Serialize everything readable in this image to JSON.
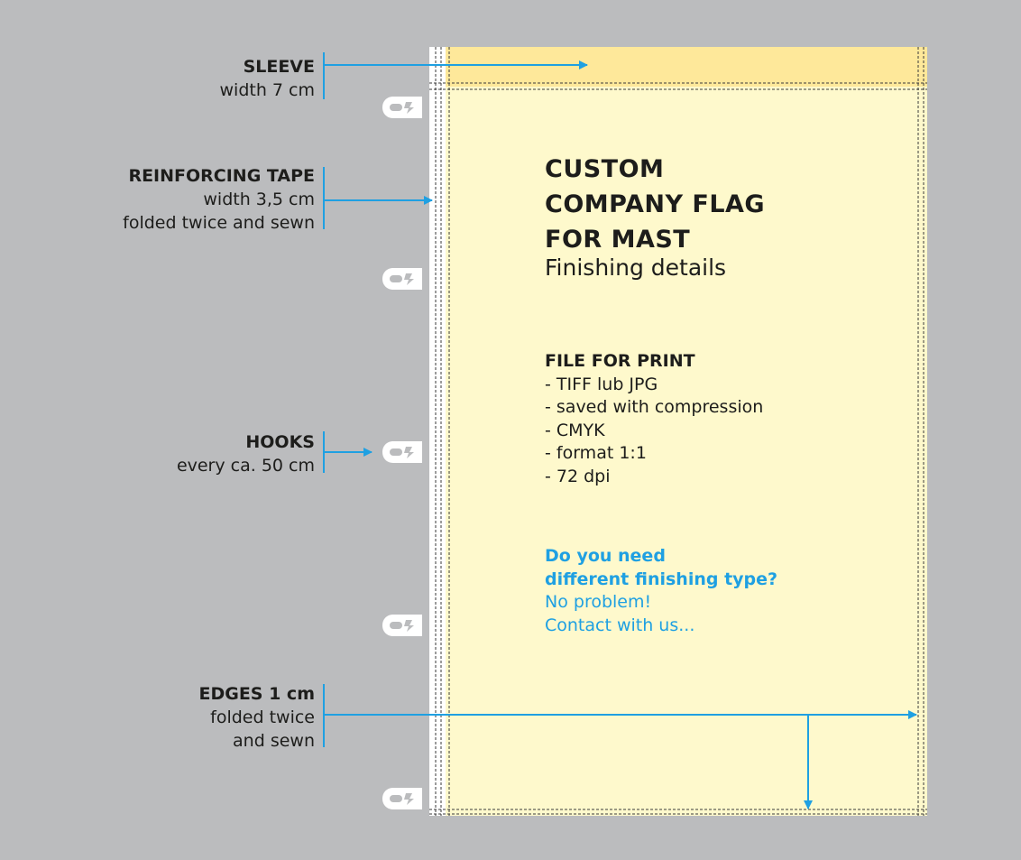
{
  "labels": {
    "sleeve": {
      "title": "SLEEVE",
      "lines": [
        "width 7 cm"
      ]
    },
    "tape": {
      "title": "REINFORCING TAPE",
      "lines": [
        "width 3,5 cm",
        "folded twice and sewn"
      ]
    },
    "hooks": {
      "title": "HOOKS",
      "lines": [
        "every ca. 50 cm"
      ]
    },
    "edges": {
      "title": "EDGES 1 cm",
      "lines": [
        "folded twice",
        "and sewn"
      ]
    }
  },
  "flag": {
    "title_lines": [
      "CUSTOM",
      "COMPANY FLAG",
      "FOR MAST"
    ],
    "subtitle": "Finishing details"
  },
  "file_spec": {
    "heading": "FILE FOR PRINT",
    "items": [
      "- TIFF lub JPG",
      "- saved with compression",
      "- CMYK",
      "- format 1:1",
      "- 72 dpi"
    ]
  },
  "contact": {
    "bold_lines": [
      "Do you need",
      "different finishing type?"
    ],
    "lines": [
      "No problem!",
      "Contact with us..."
    ]
  },
  "colors": {
    "background": "#bbbcbe",
    "flag": "#fef9cc",
    "sleeve": "#fee89a",
    "accent": "#1fa0e2",
    "text": "#1d1d1b"
  },
  "icons": {
    "hook": "hook-icon",
    "arrow": "arrow-icon"
  }
}
